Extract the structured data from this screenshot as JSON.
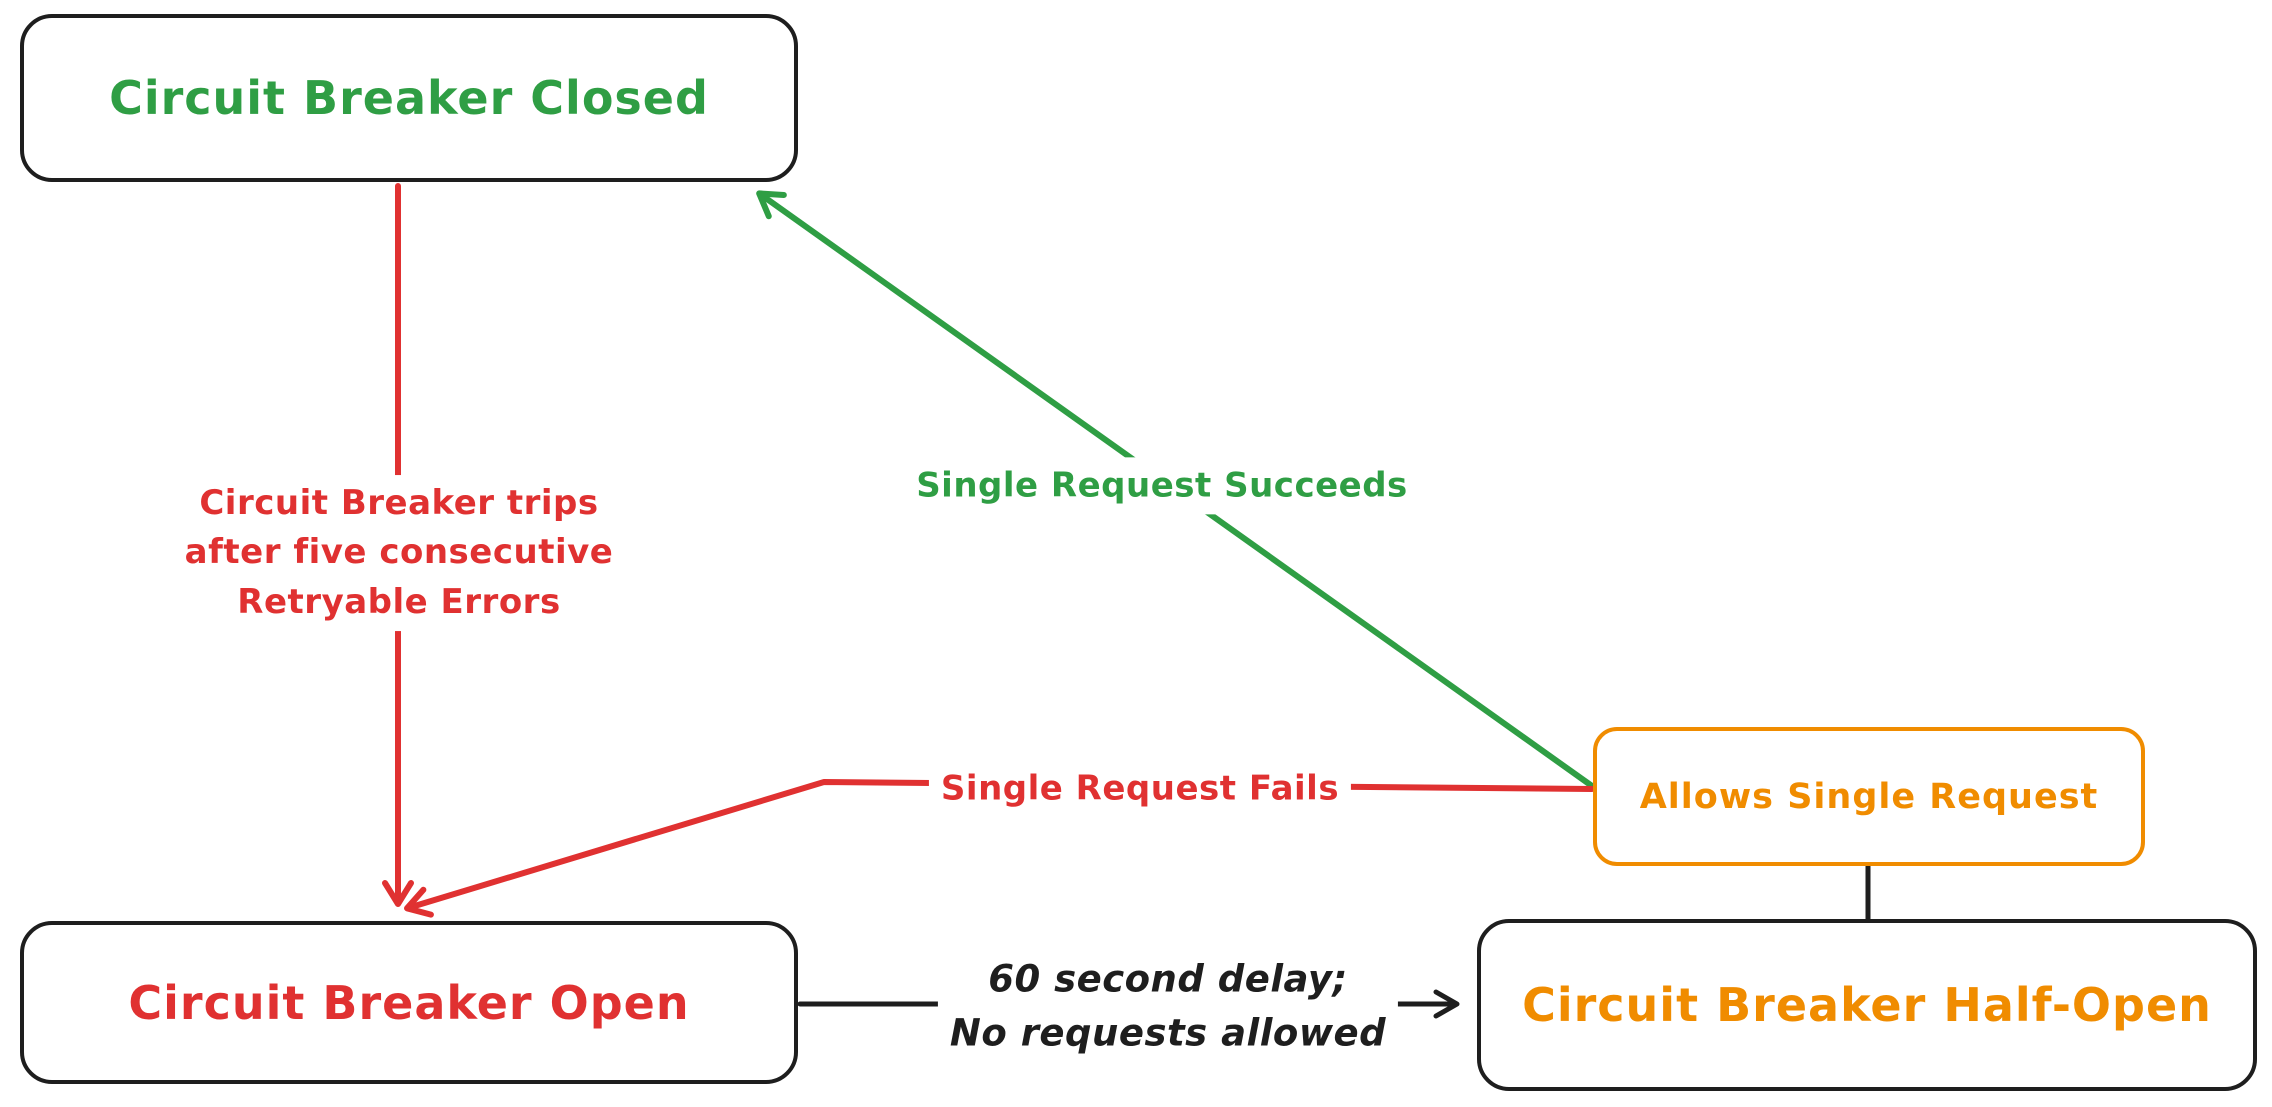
{
  "colors": {
    "green": "#2f9e44",
    "red": "#e03131",
    "orange": "#f08c00",
    "black": "#1e1e1e",
    "background": "#ffffff"
  },
  "nodes": {
    "closed": {
      "label": "Circuit Breaker Closed"
    },
    "open": {
      "label": "Circuit Breaker Open"
    },
    "half_open": {
      "label": "Circuit Breaker Half-Open"
    },
    "allows_single_request": {
      "label": "Allows Single Request"
    }
  },
  "edges": {
    "trips": {
      "line1": "Circuit Breaker trips",
      "line2": "after five consecutive",
      "line3": "Retryable Errors"
    },
    "succeeds": {
      "label": "Single Request Succeeds"
    },
    "fails": {
      "label": "Single Request Fails"
    },
    "delay": {
      "line1": "60 second delay;",
      "line2": "No requests allowed"
    }
  }
}
